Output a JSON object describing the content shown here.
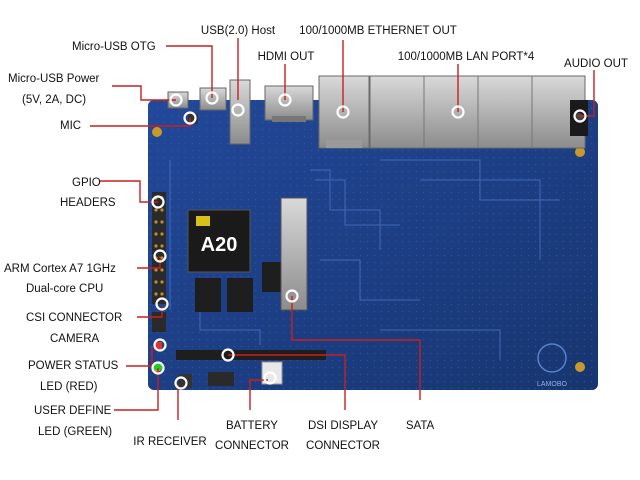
{
  "labels": {
    "usb_host": "USB(2.0) Host",
    "ethernet_out": "100/1000MB ETHERNET OUT",
    "micro_usb_otg": "Micro-USB OTG",
    "hdmi_out": "HDMI OUT",
    "lan_port": "100/1000MB LAN PORT*4",
    "audio_out": "AUDIO OUT",
    "micro_usb_power_1": "Micro-USB Power",
    "micro_usb_power_2": "(5V, 2A, DC)",
    "mic": "MIC",
    "gpio_1": "GPIO",
    "gpio_2": "HEADERS",
    "cpu_1": "ARM Cortex A7 1GHz",
    "cpu_2": "Dual-core CPU",
    "csi_1": "CSI CONNECTOR",
    "csi_2": "CAMERA",
    "power_status_1": "POWER STATUS",
    "power_status_2": "LED (RED)",
    "user_led_1": "USER DEFINE",
    "user_led_2": "LED (GREEN)",
    "ir_receiver": "IR RECEIVER",
    "battery_1": "BATTERY",
    "battery_2": "CONNECTOR",
    "dsi_1": "DSI DISPLAY",
    "dsi_2": "CONNECTOR",
    "sata": "SATA"
  },
  "chip_label": "A20",
  "board_brand": "LAMOBO",
  "colors": {
    "board": "#1b3f88",
    "callout_line": "#c8201e",
    "marker_fill": "#ffffff"
  }
}
